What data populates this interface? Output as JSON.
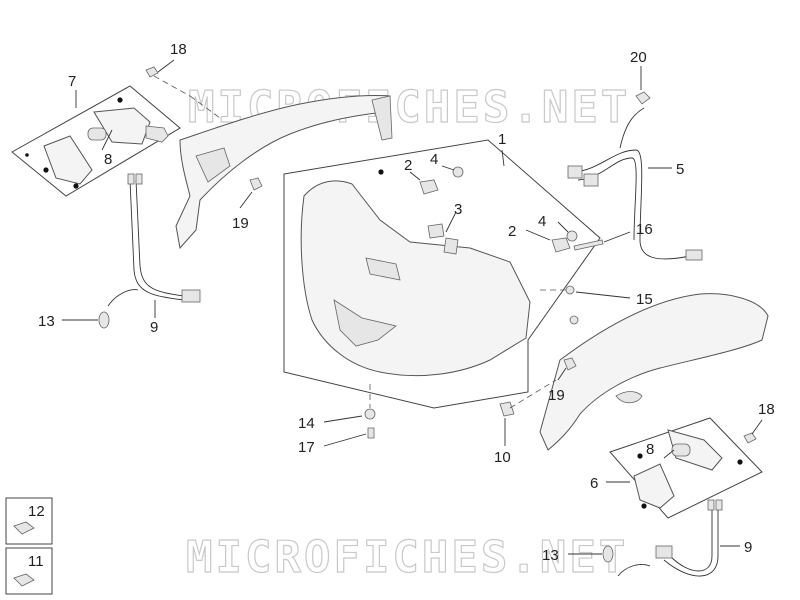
{
  "watermark": "MICROFICHES.NET",
  "callouts": [
    {
      "id": "c18a",
      "text": "18"
    },
    {
      "id": "c7",
      "text": "7"
    },
    {
      "id": "c8a",
      "text": "8"
    },
    {
      "id": "c20",
      "text": "20"
    },
    {
      "id": "c1",
      "text": "1"
    },
    {
      "id": "c2a",
      "text": "2"
    },
    {
      "id": "c4a",
      "text": "4"
    },
    {
      "id": "c5",
      "text": "5"
    },
    {
      "id": "c19a",
      "text": "19"
    },
    {
      "id": "c3",
      "text": "3"
    },
    {
      "id": "c2b",
      "text": "2"
    },
    {
      "id": "c4b",
      "text": "4"
    },
    {
      "id": "c16",
      "text": "16"
    },
    {
      "id": "c15",
      "text": "15"
    },
    {
      "id": "c13a",
      "text": "13"
    },
    {
      "id": "c9a",
      "text": "9"
    },
    {
      "id": "c19b",
      "text": "19"
    },
    {
      "id": "c14",
      "text": "14"
    },
    {
      "id": "c17",
      "text": "17"
    },
    {
      "id": "c10",
      "text": "10"
    },
    {
      "id": "c18b",
      "text": "18"
    },
    {
      "id": "c8b",
      "text": "8"
    },
    {
      "id": "c6",
      "text": "6"
    },
    {
      "id": "c12",
      "text": "12"
    },
    {
      "id": "c11",
      "text": "11"
    },
    {
      "id": "c13b",
      "text": "13"
    },
    {
      "id": "c9b",
      "text": "9"
    }
  ]
}
